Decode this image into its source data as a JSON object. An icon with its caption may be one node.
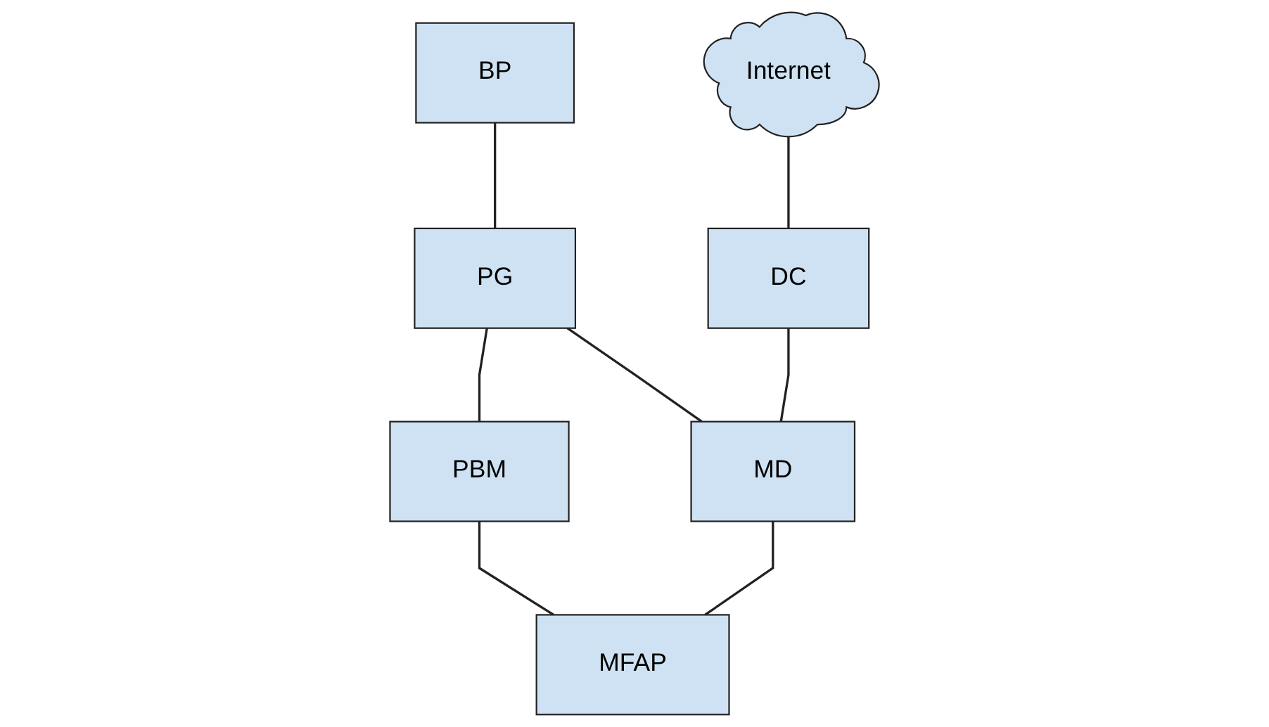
{
  "diagram": {
    "nodes": [
      {
        "text": [
          "BP"
        ]
      },
      {
        "text": [
          "Internet"
        ]
      },
      {
        "text": [
          "PG"
        ]
      },
      {
        "text": [
          "PBM"
        ]
      },
      {
        "text": [
          "DC"
        ]
      },
      {
        "text": [
          "MD"
        ]
      },
      {
        "text": [
          "MFAP"
        ]
      }
    ],
    "edges": [
      {
        "from": 0,
        "to": 2,
        "arrow": "none"
      },
      {
        "from": 2,
        "to": 3,
        "arrow": "none"
      },
      {
        "from": 1,
        "to": 4,
        "arrow": "none"
      },
      {
        "from": 2,
        "to": 5,
        "arrow": "none"
      },
      {
        "from": 3,
        "to": 6,
        "arrow": "none"
      },
      {
        "from": 4,
        "to": 5,
        "arrow": "none"
      },
      {
        "from": 5,
        "to": 6,
        "arrow": "none"
      }
    ]
  }
}
